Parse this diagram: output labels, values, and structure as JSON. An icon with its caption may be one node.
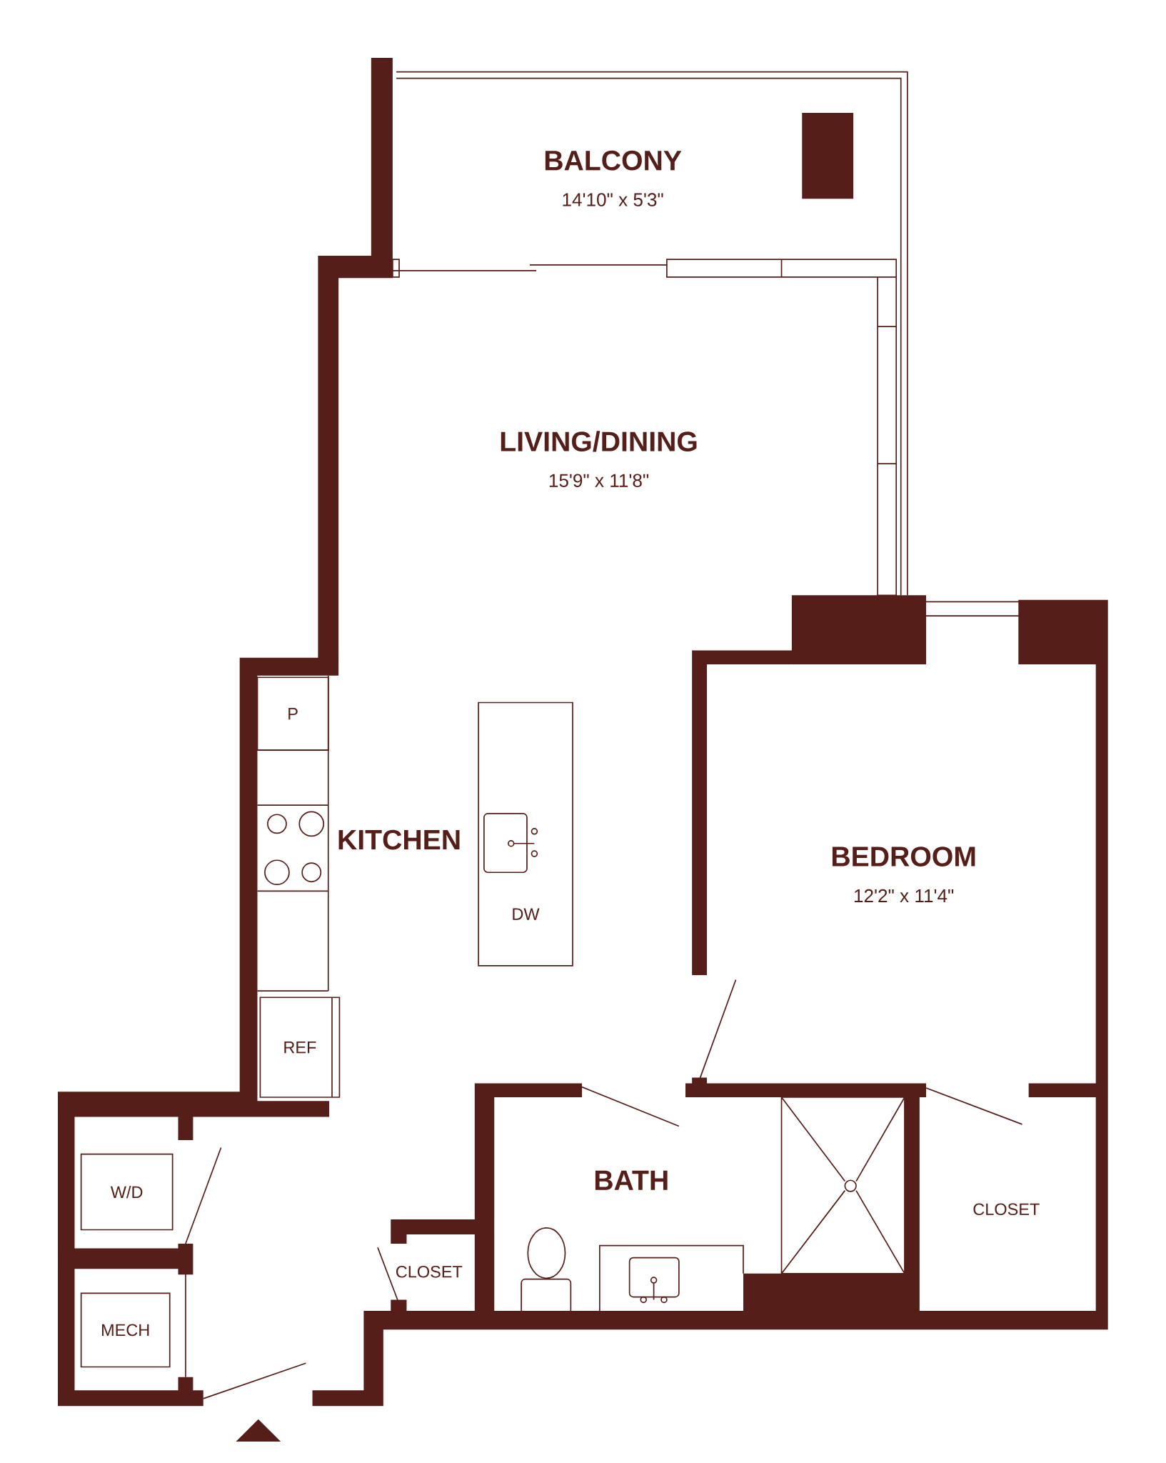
{
  "diagram": {
    "nodes": [
      {
        "text": [
          "P"
        ]
      },
      {
        "text": [
          "DW"
        ]
      },
      {
        "text": [
          "REF"
        ]
      },
      {
        "text": [
          "W/D"
        ]
      },
      {
        "text": [
          "MECH"
        ]
      }
    ],
    "labels": [
      "BALCONY",
      "14'10\" x 5'3\"",
      "LIVING/DINING",
      "15'9\" x 11'8\"",
      "KITCHEN",
      "BEDROOM",
      "12'2\" x 11'4\"",
      "BATH",
      "CLOSET",
      "CLOSET"
    ]
  }
}
